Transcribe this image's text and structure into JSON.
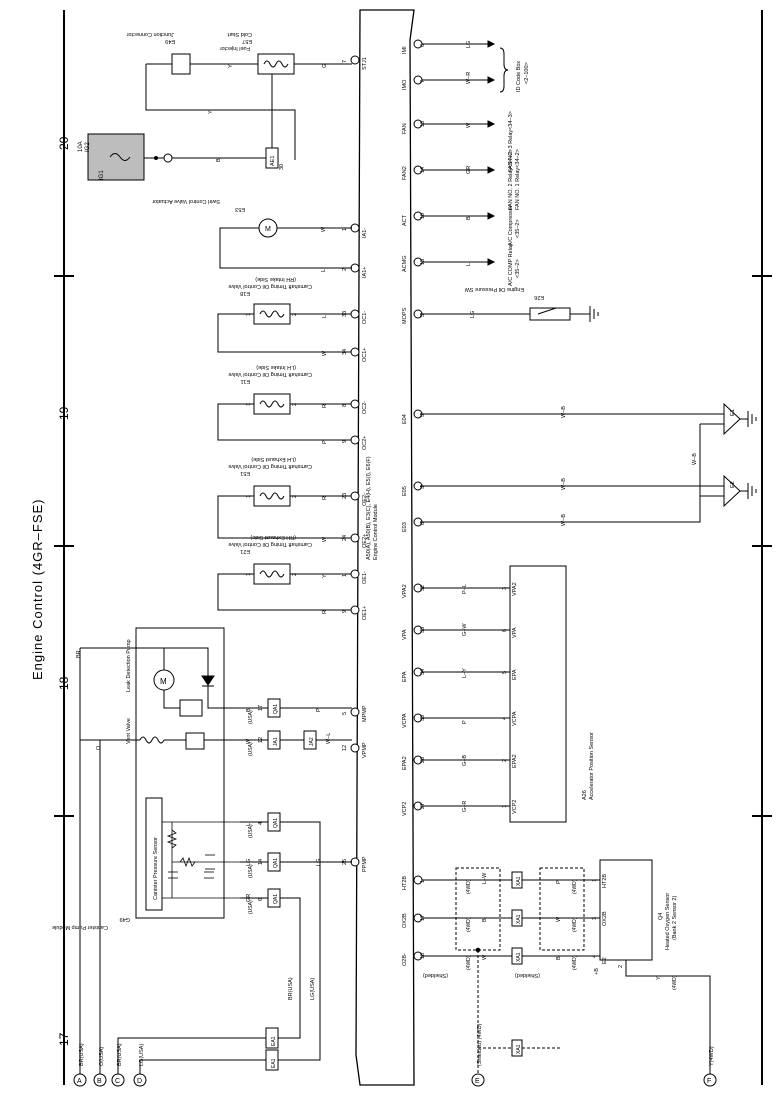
{
  "title": "Engine Control (4GR–FSE)",
  "sections": [
    "17",
    "18",
    "19",
    "20"
  ],
  "ecm": {
    "name": "Engine Control Module",
    "connectors": "A50(A), A50(B), E3(C), E4(H), E5(I), E6(F)",
    "pins_top": [
      {
        "name": "STJ1",
        "no": "7"
      },
      {
        "name": "IA1-",
        "no": "1"
      },
      {
        "name": "IA1+",
        "no": "2"
      },
      {
        "name": "OC1-",
        "no": "33"
      },
      {
        "name": "OC1+",
        "no": "34"
      },
      {
        "name": "OC2-",
        "no": "8"
      },
      {
        "name": "OC2+",
        "no": "9"
      },
      {
        "name": "OE2-",
        "no": "23"
      },
      {
        "name": "OE2+",
        "no": "24"
      },
      {
        "name": "OE1-",
        "no": "1"
      },
      {
        "name": "OE1+",
        "no": "9"
      },
      {
        "name": "MPMP",
        "no": "5"
      },
      {
        "name": "VPMP",
        "no": "12"
      },
      {
        "name": "PPMP",
        "no": "25"
      }
    ],
    "pins_bottom": [
      {
        "name": "IMI",
        "no": "6"
      },
      {
        "name": "IMO",
        "no": "7"
      },
      {
        "name": "FAN",
        "no": "15"
      },
      {
        "name": "FAN2",
        "no": "14"
      },
      {
        "name": "ACT",
        "no": "10"
      },
      {
        "name": "ACMG",
        "no": "13"
      },
      {
        "name": "MOPS",
        "no": "5"
      },
      {
        "name": "E04",
        "no": "5"
      },
      {
        "name": "E05",
        "no": "3"
      },
      {
        "name": "E03",
        "no": "6"
      },
      {
        "name": "VPA2",
        "no": "32"
      },
      {
        "name": "VPA",
        "no": "33"
      },
      {
        "name": "EPA",
        "no": "34"
      },
      {
        "name": "VCPA",
        "no": "35"
      },
      {
        "name": "EPA2",
        "no": "26"
      },
      {
        "name": "VCP2",
        "no": "27"
      },
      {
        "name": "HT2B",
        "no": "1"
      },
      {
        "name": "OX2B",
        "no": "17"
      },
      {
        "name": "O2B-",
        "no": "18"
      }
    ]
  },
  "components": {
    "ig": "IG1",
    "fuse": {
      "rating": "10A",
      "name": "IG2"
    },
    "ae1": "AE1",
    "e57": {
      "id": "E57",
      "name": "Fuel Injector",
      "sub": "Cold Start"
    },
    "e49": {
      "id": "E49",
      "name": "Junction Connector"
    },
    "e53": {
      "id": "E53",
      "name": "Swirl Control Valve Actuator"
    },
    "e18": {
      "id": "E18",
      "name": "Camshaft Timing Oil Control Valve",
      "side": "(RH Intake Side)"
    },
    "e11": {
      "id": "E11",
      "name": "Camshaft Timing Oil Control Valve",
      "side": "(LH Intake Side)"
    },
    "e51": {
      "id": "E51",
      "name": "Camshaft Timing Oil Control Valve",
      "side": "(LH Exhaust Side)"
    },
    "e21": {
      "id": "E21",
      "name": "Camshaft Timing Oil Control Valve",
      "side": "(RH Exhaust Side)"
    },
    "e26": {
      "id": "E26",
      "name": "Engine Oil Pressure SW"
    },
    "a26": {
      "id": "A26",
      "name": "Accelerator Position Sensor"
    },
    "q4": {
      "id": "Q4",
      "name": "Heated Oxygen Sensor",
      "sub": "(Bank 2 Sensor 2)"
    },
    "g49": {
      "id": "G49",
      "name": "Canister Pump Module"
    },
    "leak_pump": "Leak Detection Pump",
    "vent_valve": "Vent Valve",
    "cps": "Canister Pressure Sensor",
    "e1": "E1",
    "e2": "E2",
    "qa1": "QA1",
    "ja1": "JA1",
    "ja2": "JA2",
    "ea1": "EA1",
    "xa1": "XA1"
  },
  "refs": {
    "id_code_box": "ID Code Box",
    "id_ref": "<2–100>",
    "fan3": "FAN NO. 3 Relay<34–3>",
    "fan2": "FAN NO. 2 Relay<34–2>",
    "fan1": "FAN NO. 1 Relay<34–2>",
    "ac_comp": "A/C Compressor",
    "ac_ref": "<35–2>",
    "ac_relay": "A/C COMP Relay",
    "ac_relay_ref": "<35–2>"
  },
  "wires": {
    "g": "G",
    "y": "Y",
    "b": "B",
    "w": "W",
    "l": "L",
    "r": "R",
    "p": "P",
    "lg": "LG",
    "wr": "W–R",
    "gr": "GR",
    "wb": "W–B",
    "pl": "P–L",
    "gw": "G–W",
    "ly": "L–Y",
    "gb": "G–B",
    "grd": "G–R",
    "lw": "L–W",
    "wl": "W–L",
    "br": "BR",
    "o": "O"
  },
  "tags": {
    "usa": "(USA)",
    "fwd": "(4WD)",
    "shielded": "(Shielded)"
  },
  "edge": {
    "a": {
      "id": "A",
      "label": "BR(USA)"
    },
    "b": {
      "id": "B",
      "label": "O(USA)"
    },
    "c": {
      "id": "C",
      "label": "BR(USA)"
    },
    "d": {
      "id": "D",
      "label": "LG(USA)"
    },
    "e": {
      "id": "E",
      "label": "(Shielded) (4WD)"
    },
    "f": {
      "id": "F",
      "label": "Y(4WD)"
    }
  }
}
